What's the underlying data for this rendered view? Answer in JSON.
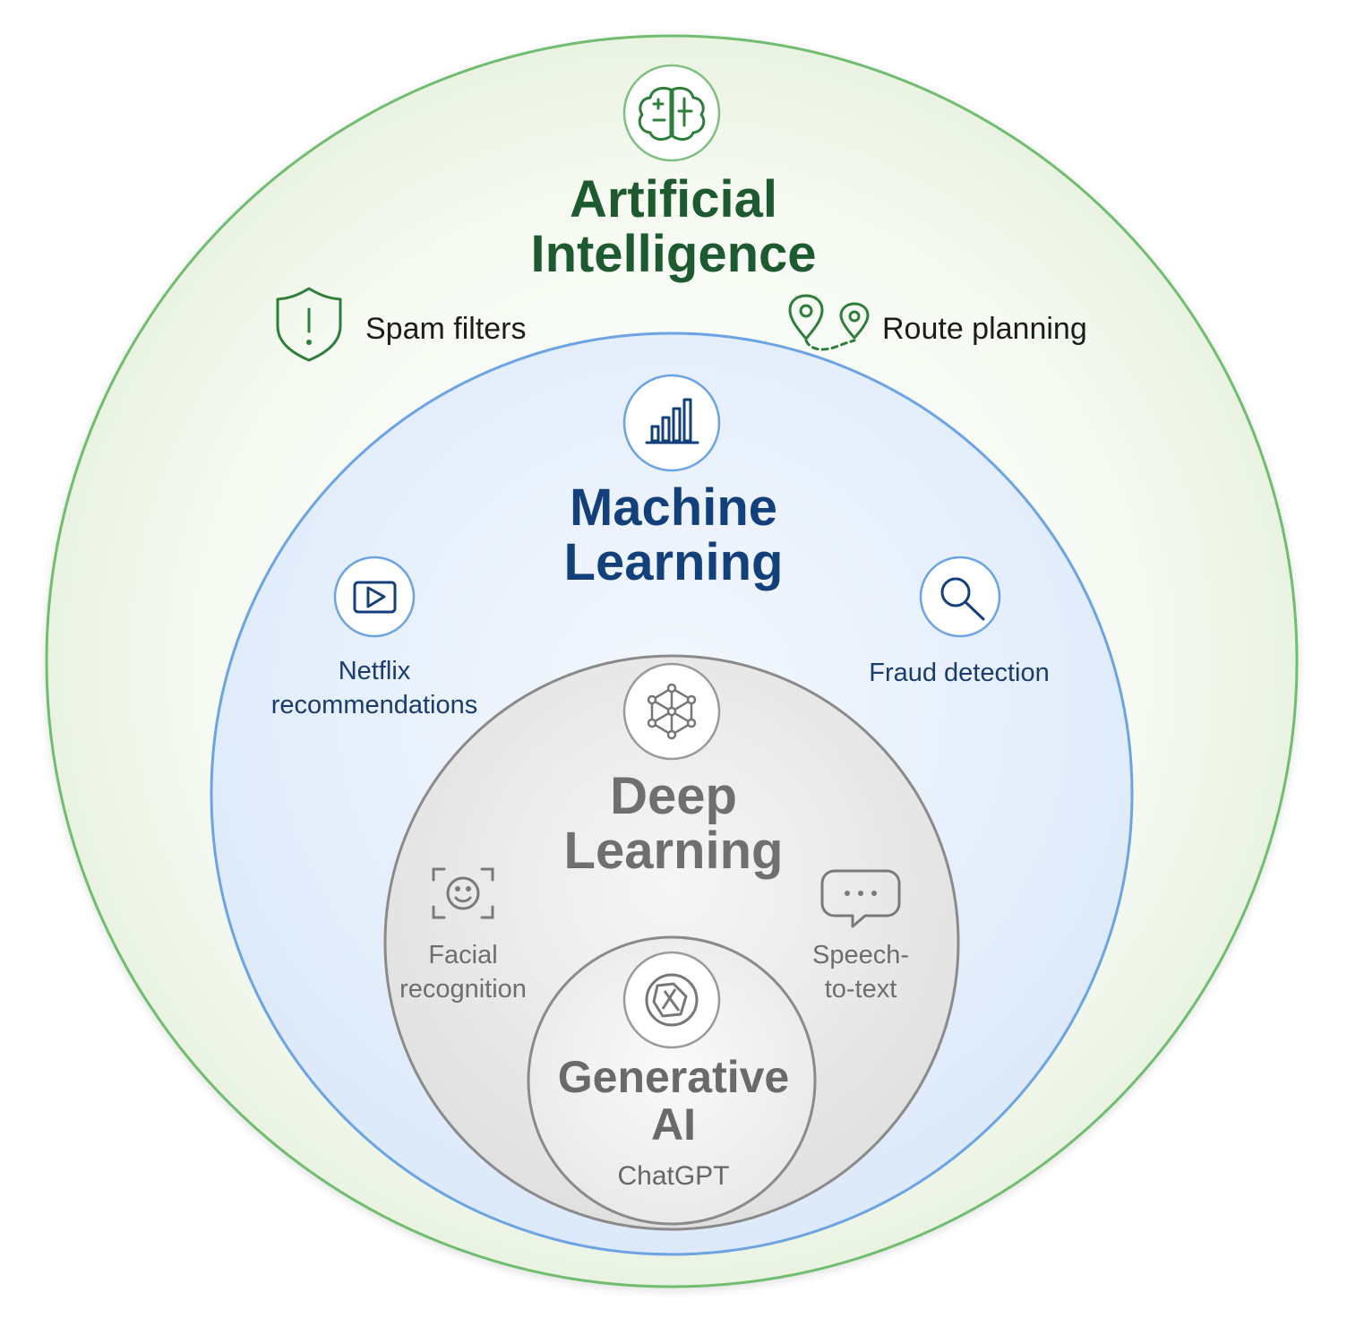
{
  "layers": {
    "ai": {
      "title_line1": "Artificial",
      "title_line2": "Intelligence",
      "examples": [
        "Spam filters",
        "Route planning"
      ],
      "icon": "brain-icon",
      "color": "#1e5a2f",
      "ring_color": "#6fbd6f"
    },
    "ml": {
      "title_line1": "Machine",
      "title_line2": "Learning",
      "examples": [
        {
          "line1": "Netflix",
          "line2": "recommendations"
        },
        {
          "line1": "Fraud detection"
        }
      ],
      "icon": "bar-chart-icon",
      "color": "#133f7a",
      "ring_color": "#6ca3e3"
    },
    "dl": {
      "title_line1": "Deep",
      "title_line2": "Learning",
      "examples": [
        {
          "line1": "Facial",
          "line2": "recognition"
        },
        {
          "line1": "Speech-",
          "line2": "to-text"
        }
      ],
      "icon": "neural-network-icon",
      "color": "#6f6f6f",
      "ring_color": "#8a8a8a"
    },
    "gen": {
      "title_line1": "Generative",
      "title_line2": "AI",
      "example": "ChatGPT",
      "icon": "openai-logo-icon",
      "color": "#6a6a6a",
      "ring_color": "#8a8a8a"
    }
  },
  "icons": {
    "spam": "shield-alert-icon",
    "route": "map-pins-route-icon",
    "netflix": "play-video-icon",
    "fraud": "magnifier-icon",
    "facial": "face-scan-icon",
    "speech": "speech-bubble-icon"
  }
}
